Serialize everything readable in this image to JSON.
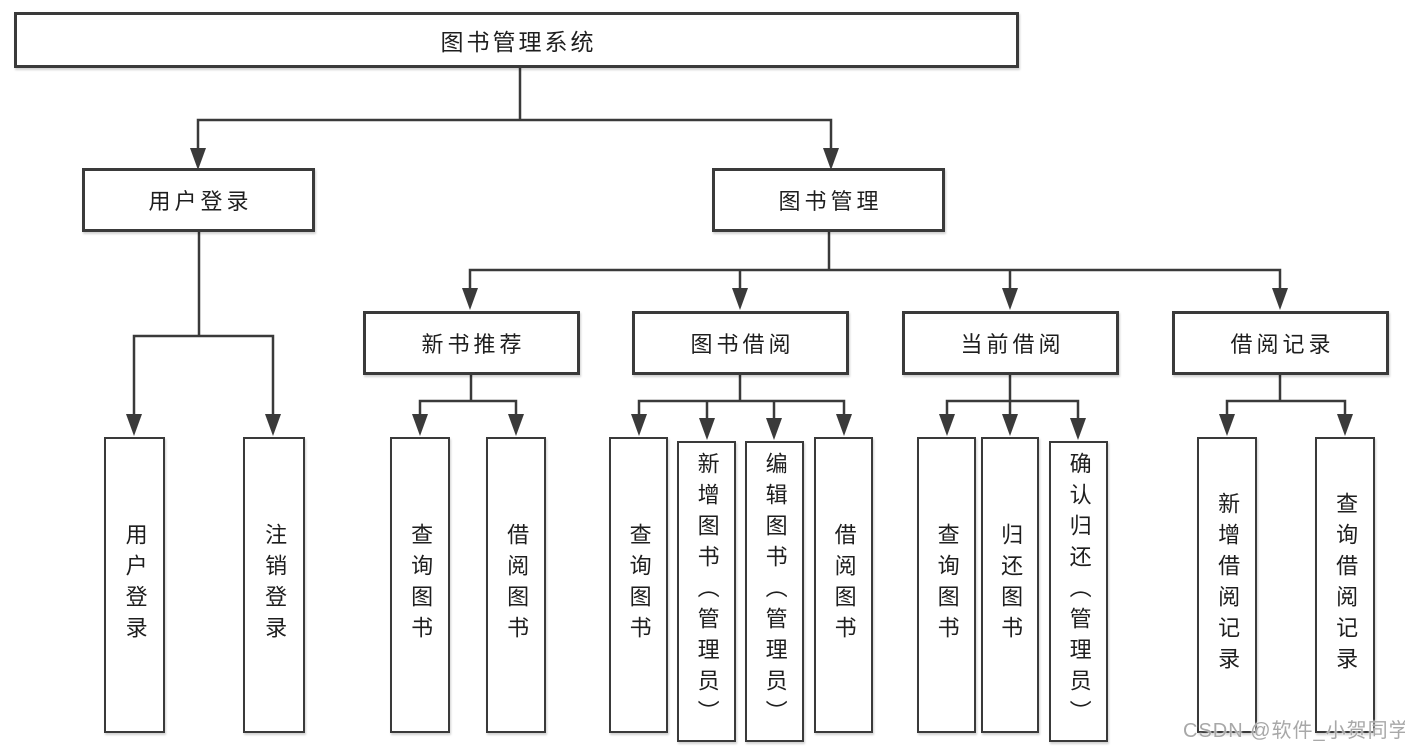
{
  "chart": {
    "root": {
      "label": "图书管理系统"
    },
    "branches": [
      {
        "label": "用户登录",
        "leaves": [
          {
            "label": "用户登录"
          },
          {
            "label": "注销登录"
          }
        ]
      },
      {
        "label": "图书管理",
        "groups": [
          {
            "label": "新书推荐",
            "leaves": [
              {
                "label": "查询图书"
              },
              {
                "label": "借阅图书"
              }
            ]
          },
          {
            "label": "图书借阅",
            "leaves": [
              {
                "label": "查询图书"
              },
              {
                "label": "新增图书（管理员）"
              },
              {
                "label": "编辑图书（管理员）"
              },
              {
                "label": "借阅图书"
              }
            ]
          },
          {
            "label": "当前借阅",
            "leaves": [
              {
                "label": "查询图书"
              },
              {
                "label": "归还图书"
              },
              {
                "label": "确认归还（管理员）"
              }
            ]
          },
          {
            "label": "借阅记录",
            "leaves": [
              {
                "label": "新增借阅记录"
              },
              {
                "label": "查询借阅记录"
              }
            ]
          }
        ]
      }
    ]
  },
  "watermark": {
    "text": "CSDN @软件_小贺同学"
  },
  "colors": {
    "line": "#3a3a3a",
    "border": "#3a3a3a",
    "text": "#1e1e1e",
    "watermark": "#a8a8a8",
    "background": "#ffffff"
  }
}
